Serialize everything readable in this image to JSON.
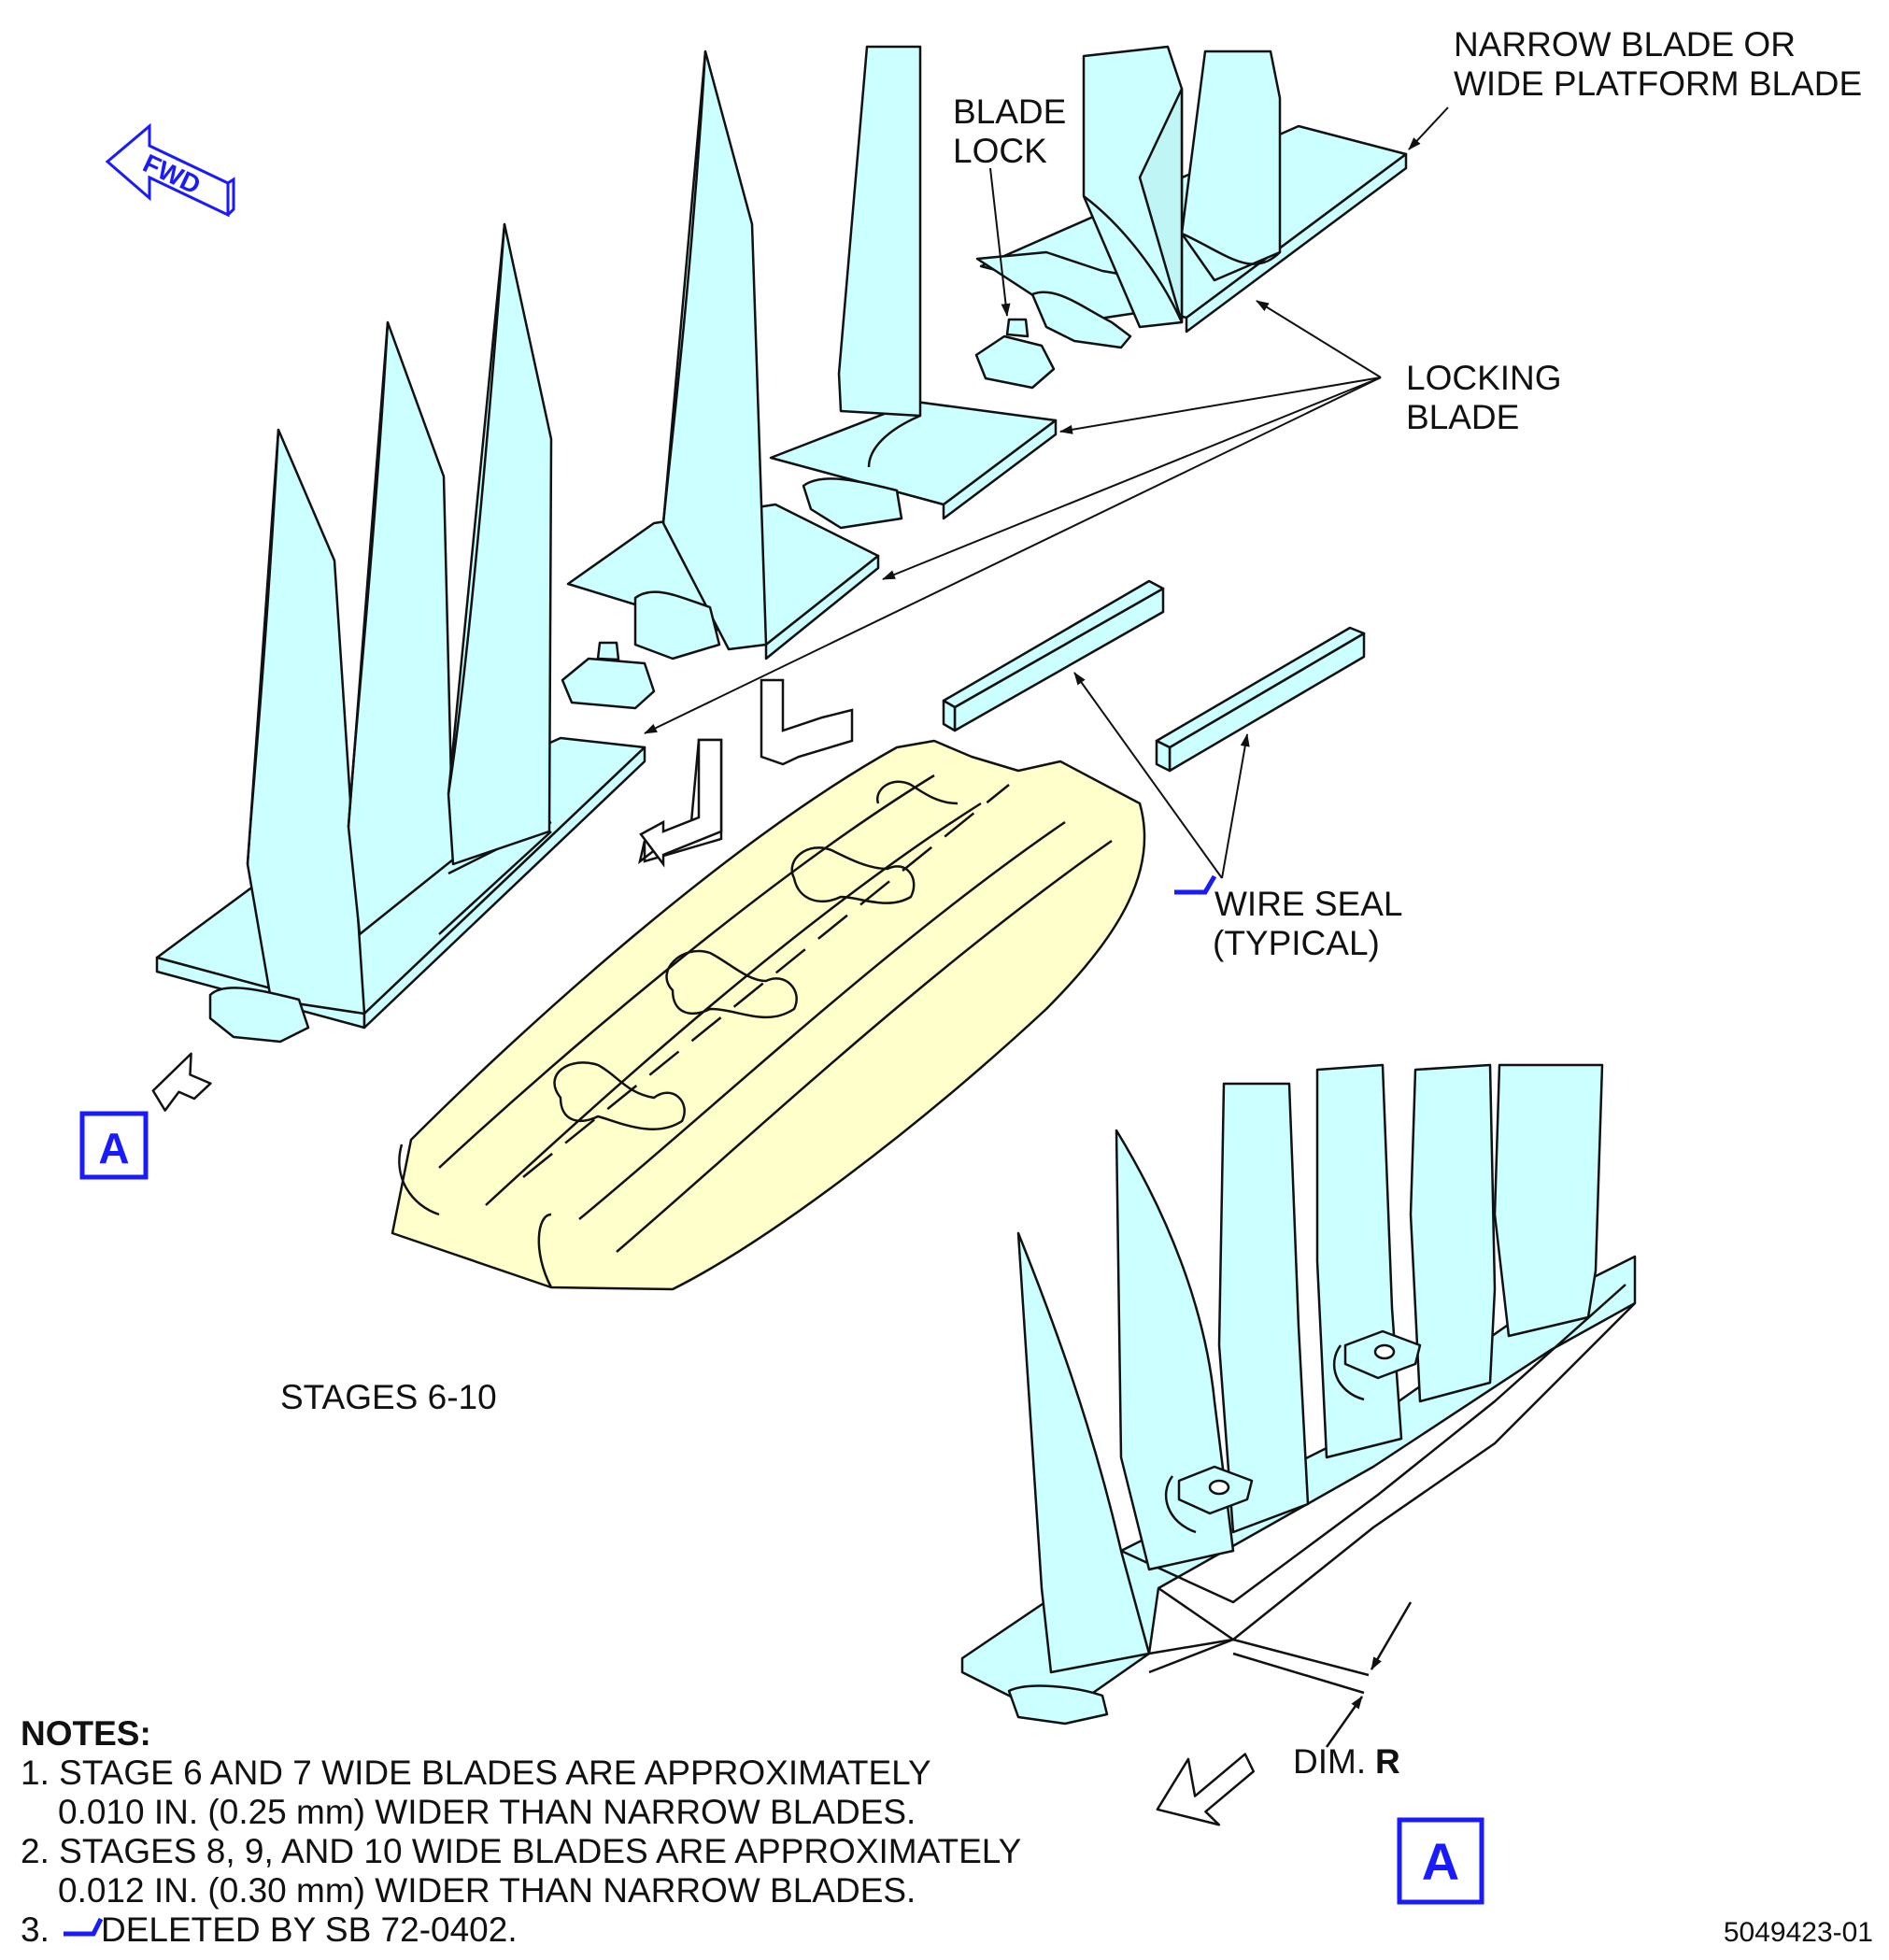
{
  "labels": {
    "narrow_blade_line1": "NARROW BLADE OR",
    "narrow_blade_line2": "WIDE PLATFORM BLADE",
    "blade_lock_line1": "BLADE",
    "blade_lock_line2": "LOCK",
    "locking_blade_line1": "LOCKING",
    "locking_blade_line2": "BLADE",
    "wire_seal_line1": "WIRE SEAL",
    "wire_seal_line2": "(TYPICAL)",
    "stages": "STAGES 6-10",
    "dim_prefix": "DIM.",
    "dim_letter": "R",
    "fwd": "FWD",
    "view_a_left": "A",
    "view_a_right": "A"
  },
  "notes": {
    "heading": "NOTES:",
    "items": [
      {
        "line1": "1. STAGE 6 AND 7 WIDE BLADES ARE APPROXIMATELY",
        "line2": "0.010 IN. (0.25 mm) WIDER THAN NARROW BLADES."
      },
      {
        "line1": "2. STAGES 8, 9, AND 10 WIDE BLADES ARE APPROXIMATELY",
        "line2": "0.012 IN. (0.30 mm) WIDER THAN NARROW BLADES."
      },
      {
        "line1": "3. ",
        "line1_tail": "DELETED BY SB 72-0402."
      }
    ]
  },
  "figure_id": "5049423-01",
  "colors": {
    "blade_fill": "#ccffff",
    "disk_fill": "#ffffcc",
    "callout_blue": "#1a1aff",
    "line": "#111111"
  }
}
